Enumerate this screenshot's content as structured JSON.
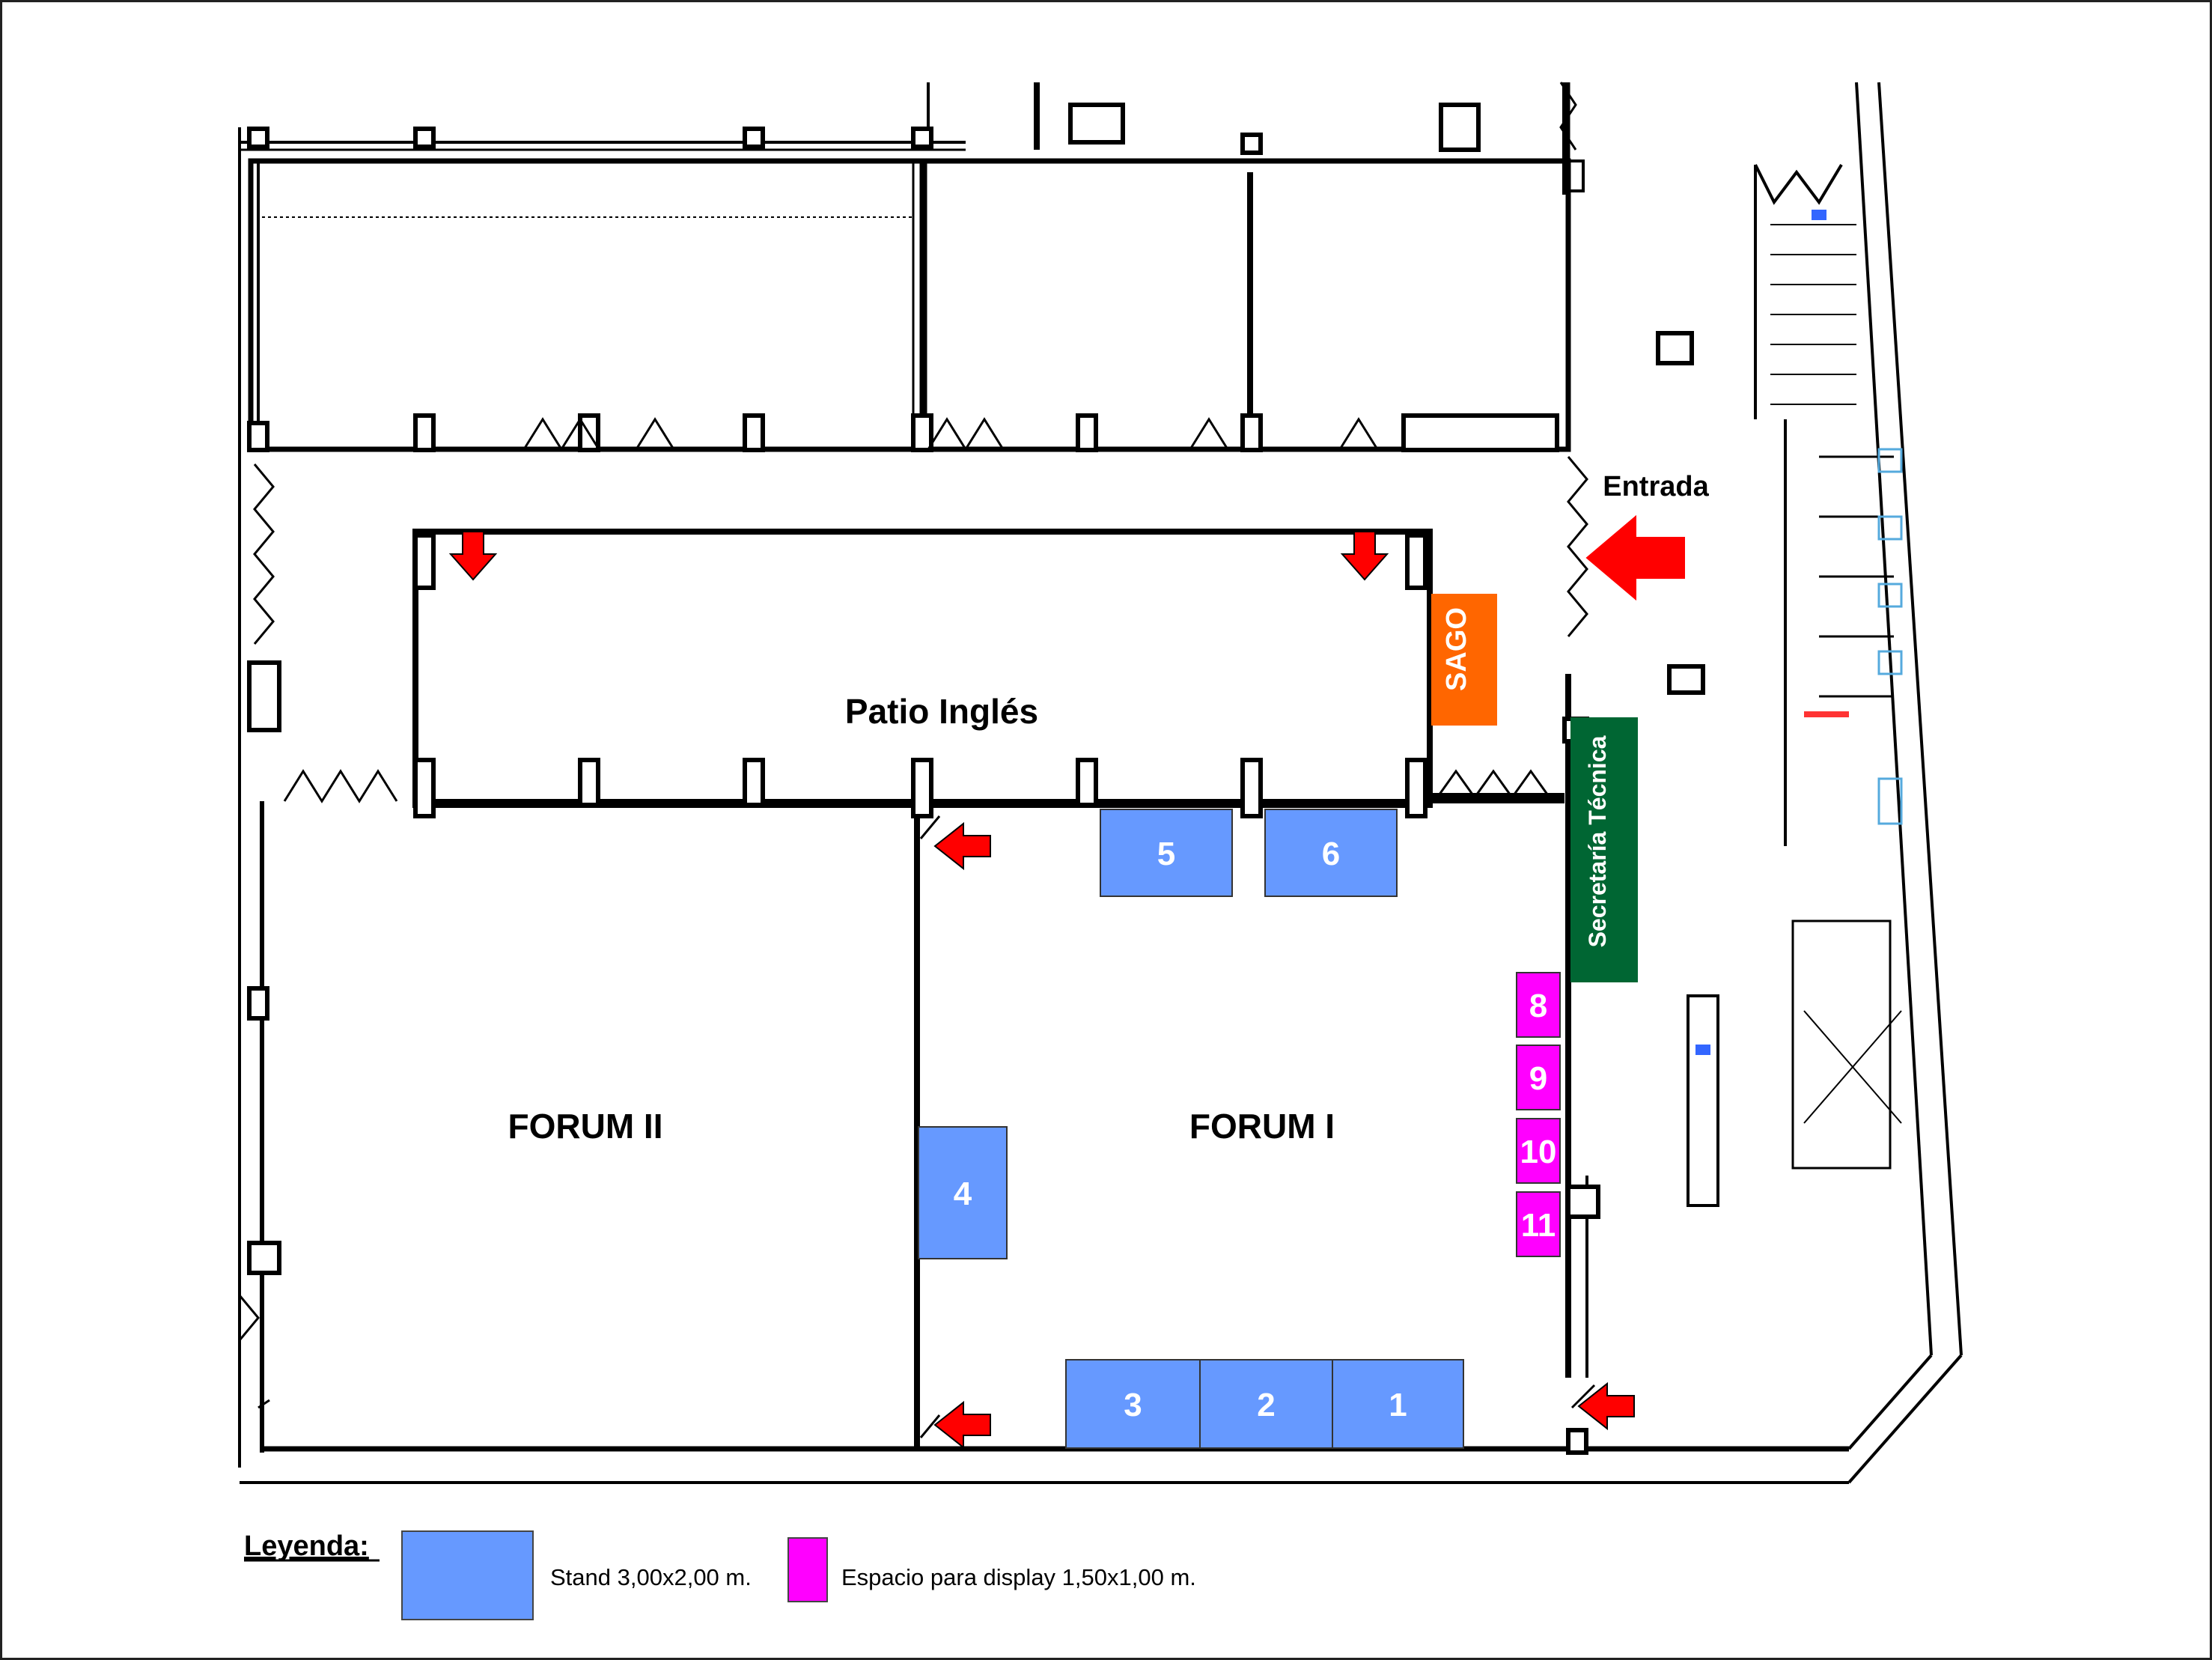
{
  "rooms": {
    "patio": "Patio Inglés",
    "forum_ii": "FORUM II",
    "forum_i": "FORUM I",
    "entrance": "Entrada",
    "sago": "SAGO",
    "secretaria": "Secretaría Técnica"
  },
  "stands": [
    "1",
    "2",
    "3",
    "4",
    "5",
    "6"
  ],
  "displays": [
    "8",
    "9",
    "10",
    "11"
  ],
  "legend": {
    "title": "Leyenda:",
    "stand": "Stand 3,00x2,00 m.",
    "display": "Espacio para display 1,50x1,00 m."
  },
  "colors": {
    "stand": "#6699ff",
    "display": "#ff00ff",
    "sago": "#ff6600",
    "secretaria": "#006633",
    "arrow": "#ff0000",
    "wall": "#000000"
  }
}
